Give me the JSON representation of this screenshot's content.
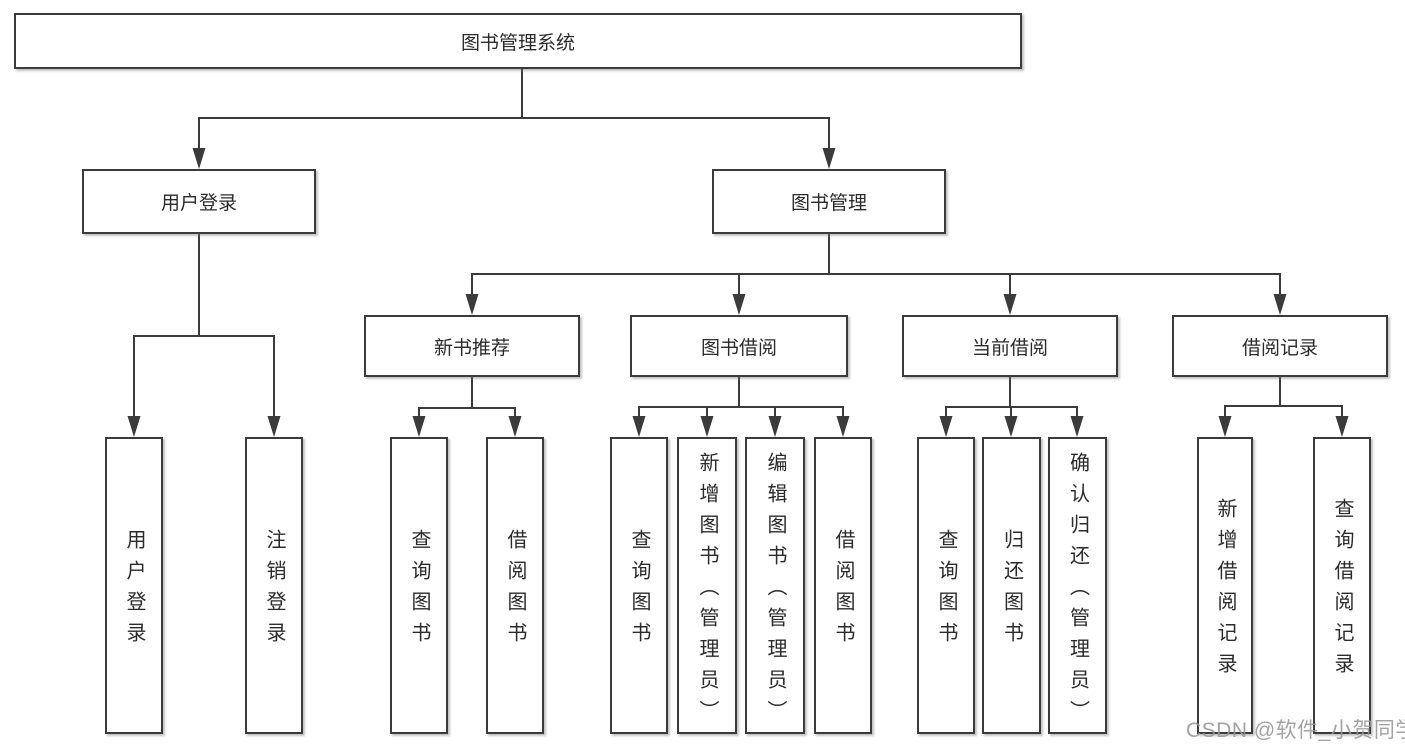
{
  "diagram": {
    "title": "图书管理系统",
    "branches": [
      {
        "label": "用户登录",
        "children": [
          {
            "label": "用户登录"
          },
          {
            "label": "注销登录"
          }
        ]
      },
      {
        "label": "图书管理",
        "groups": [
          {
            "label": "新书推荐",
            "children": [
              {
                "label": "查询图书"
              },
              {
                "label": "借阅图书"
              }
            ]
          },
          {
            "label": "图书借阅",
            "children": [
              {
                "label": "查询图书"
              },
              {
                "label": "新增图书（管理员）"
              },
              {
                "label": "编辑图书（管理员）"
              },
              {
                "label": "借阅图书"
              }
            ]
          },
          {
            "label": "当前借阅",
            "children": [
              {
                "label": "查询图书"
              },
              {
                "label": "归还图书"
              },
              {
                "label": "确认归还（管理员）"
              }
            ]
          },
          {
            "label": "借阅记录",
            "children": [
              {
                "label": "新增借阅记录"
              },
              {
                "label": "查询借阅记录"
              }
            ]
          }
        ]
      }
    ]
  },
  "watermark": {
    "text": "CSDN @软件_小贺同学"
  },
  "colors": {
    "line": "#3b3b3b",
    "text": "#2b2b2b",
    "box_background": "#ffffff",
    "page_background": "#ffffff",
    "watermark": "#969696"
  }
}
